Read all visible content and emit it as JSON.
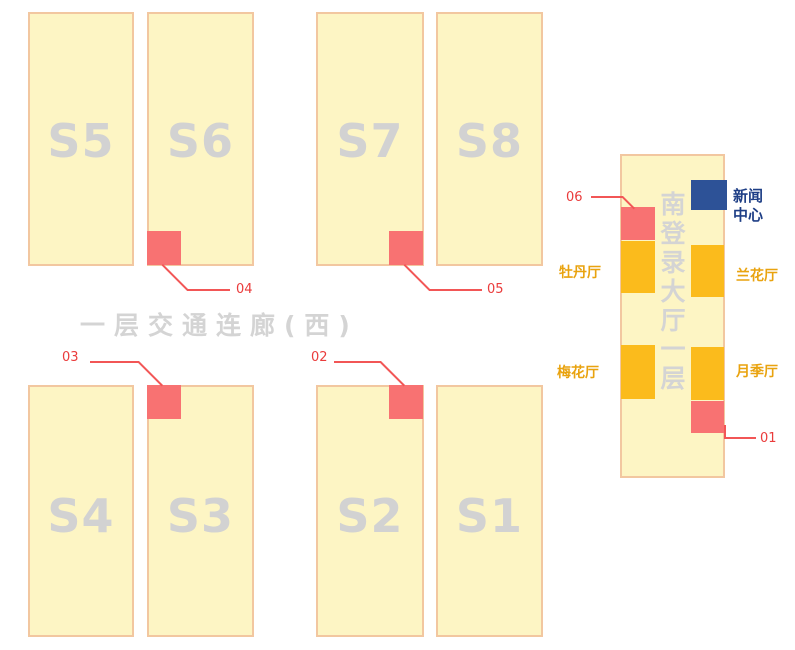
{
  "halls": {
    "s1": "S1",
    "s2": "S2",
    "s3": "S3",
    "s4": "S4",
    "s5": "S5",
    "s6": "S6",
    "s7": "S7",
    "s8": "S8"
  },
  "corridor_label": "一层交通连廊(西)",
  "south_lobby_label": "南登录大厅一层",
  "news_center_label": "新闻中心",
  "rooms": {
    "peony": "牡丹厅",
    "plum": "梅花厅",
    "orchid": "兰花厅",
    "rose": "月季厅"
  },
  "points": {
    "p01": "01",
    "p02": "02",
    "p03": "03",
    "p04": "04",
    "p05": "05",
    "p06": "06"
  },
  "colors": {
    "hall_fill": "#fdf5c4",
    "hall_border": "#f2c7a0",
    "marker": "#f87272",
    "room": "#fbbb1c",
    "news_center": "#2d5297",
    "label_gray": "#d2d2d2"
  }
}
